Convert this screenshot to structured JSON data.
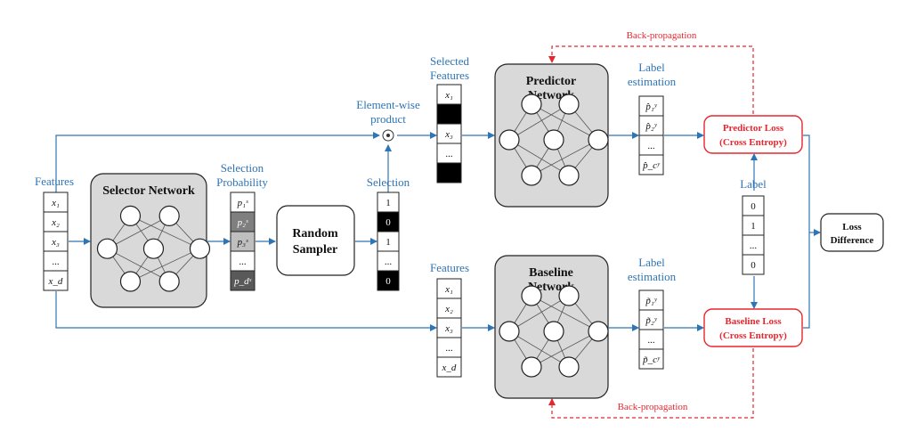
{
  "labels": {
    "features_left": "Features",
    "selector_network": "Selector Network",
    "selection_probability_1": "Selection",
    "selection_probability_2": "Probability",
    "random_sampler_1": "Random",
    "random_sampler_2": "Sampler",
    "selection": "Selection",
    "element_wise_1": "Element-wise",
    "element_wise_2": "product",
    "selected_features_1": "Selected",
    "selected_features_2": "Features",
    "predictor_network_1": "Predictor",
    "predictor_network_2": "Network",
    "baseline_network_1": "Baseline",
    "baseline_network_2": "Network",
    "features_bottom": "Features",
    "label_estimation_top_1": "Label",
    "label_estimation_top_2": "estimation",
    "label_estimation_bottom_1": "Label",
    "label_estimation_bottom_2": "estimation",
    "predictor_loss_1": "Predictor Loss",
    "predictor_loss_2": "(Cross Entropy)",
    "baseline_loss_1": "Baseline Loss",
    "baseline_loss_2": "(Cross Entropy)",
    "label": "Label",
    "loss_difference_1": "Loss",
    "loss_difference_2": "Difference",
    "backprop_top": "Back-propagation",
    "backprop_bottom": "Back-propagation"
  },
  "feature_cells": [
    "x₁",
    "x₂",
    "x₃",
    "...",
    "x_d"
  ],
  "probability_cells": [
    "p₁ˢ",
    "p₂ˢ",
    "p₃ˢ",
    "...",
    "p_dˢ"
  ],
  "selection_cells": [
    "1",
    "0",
    "1",
    "...",
    "0"
  ],
  "selected_feature_cells": [
    "x₁",
    "",
    "x₃",
    "...",
    ""
  ],
  "label_estimate_top_cells": [
    "p̂₁ʸ",
    "p̂₂ʸ",
    "...",
    "p̂_cʸ"
  ],
  "label_estimate_bottom_cells": [
    "p̃₁ʸ",
    "p̃₂ʸ",
    "...",
    "p̃_cʸ"
  ],
  "label_cells": [
    "0",
    "1",
    "...",
    "0"
  ],
  "colors": {
    "flow": "#2e75b6",
    "loss": "#e8262e",
    "network_fill": "#d9d9d9",
    "dark_cell": "#000000"
  }
}
